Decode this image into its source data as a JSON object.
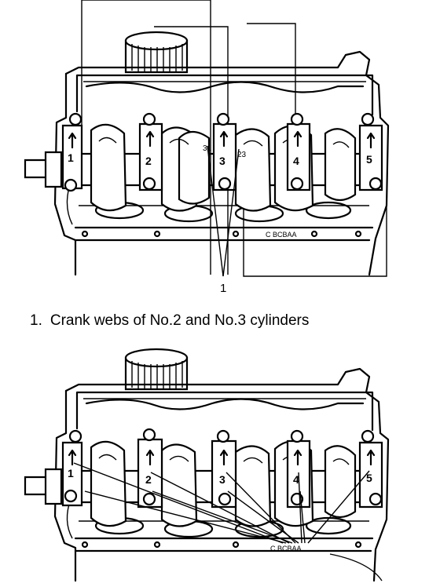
{
  "top_figure": {
    "journal_numbers": [
      "1",
      "2",
      "3",
      "4",
      "5"
    ],
    "stamp_text": "C BCBAA",
    "web_marks": [
      "31",
      "23"
    ],
    "callout_number": "1"
  },
  "caption": {
    "number": "1.",
    "text": "Crank webs of No.2 and No.3 cylinders"
  },
  "bottom_figure": {
    "journal_numbers": [
      "1",
      "2",
      "3",
      "4",
      "5"
    ],
    "stamp_text": "C BCBAA"
  }
}
